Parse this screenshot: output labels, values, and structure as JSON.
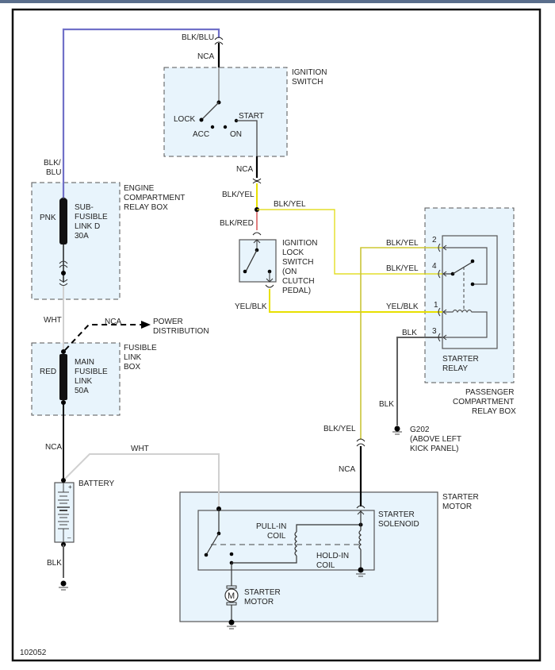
{
  "diagram_id": "102052",
  "colors": {
    "blk_blu": "#7070c8",
    "blk_yel": "#e8e000",
    "blk_red": "#e08080",
    "yel_blk": "#e8e000",
    "wht": "#d0d0d0",
    "blk": "#000000",
    "gray_wire": "#606060",
    "box_fill": "#e8f4fc",
    "box_stroke": "#555555"
  },
  "components": {
    "ignition_switch": {
      "label_line1": "IGNITION",
      "label_line2": "SWITCH",
      "positions": {
        "lock": "LOCK",
        "acc": "ACC",
        "on": "ON",
        "start": "START"
      }
    },
    "engine_box": {
      "line1": "ENGINE",
      "line2": "COMPARTMENT",
      "line3": "RELAY BOX"
    },
    "sub_fusible": {
      "line1": "SUB-",
      "line2": "FUSIBLE",
      "line3": "LINK D",
      "line4": "30A",
      "wire": "PNK"
    },
    "fusible_box": {
      "line1": "FUSIBLE",
      "line2": "LINK",
      "line3": "BOX"
    },
    "main_fusible": {
      "line1": "MAIN",
      "line2": "FUSIBLE",
      "line3": "LINK",
      "line4": "50A",
      "wire": "RED"
    },
    "power_distribution": {
      "line1": "POWER",
      "line2": "DISTRIBUTION"
    },
    "battery": {
      "label": "BATTERY",
      "plus": "+",
      "minus": "–"
    },
    "ignition_lock": {
      "line1": "IGNITION",
      "line2": "LOCK",
      "line3": "SWITCH",
      "line4": "(ON",
      "line5": "CLUTCH",
      "line6": "PEDAL)"
    },
    "starter_relay": {
      "line1": "STARTER",
      "line2": "RELAY",
      "pins": [
        "2",
        "4",
        "1",
        "3"
      ]
    },
    "passenger_box": {
      "line1": "PASSENGER",
      "line2": "COMPARTMENT",
      "line3": "RELAY BOX"
    },
    "ground_g202": {
      "line1": "G202",
      "line2": "(ABOVE LEFT",
      "line3": "KICK PANEL)"
    },
    "starter_motor_box": {
      "line1": "STARTER",
      "line2": "MOTOR"
    },
    "starter_solenoid": {
      "line1": "STARTER",
      "line2": "SOLENOID"
    },
    "pull_in_coil": {
      "line1": "PULL-IN",
      "line2": "COIL"
    },
    "hold_in_coil": {
      "line1": "HOLD-IN",
      "line2": "COIL"
    },
    "motor": {
      "symbol": "M",
      "line1": "STARTER",
      "line2": "MOTOR"
    }
  },
  "wires": {
    "blk_blu_top": "BLK/BLU",
    "nca_top": "NCA",
    "blk_blu_left_1": "BLK/",
    "blk_blu_left_2": "BLU",
    "nca_ign_out": "NCA",
    "blk_yel_1": "BLK/YEL",
    "blk_yel_2": "BLK/YEL",
    "blk_red": "BLK/RED",
    "blk_yel_pin2": "BLK/YEL",
    "blk_yel_pin4": "BLK/YEL",
    "yel_blk_left": "YEL/BLK",
    "yel_blk_pin1": "YEL/BLK",
    "blk_pin3": "BLK",
    "blk_ground": "BLK",
    "wht_1": "WHT",
    "nca_power": "NCA",
    "nca_battery": "NCA",
    "wht_2": "WHT",
    "blk_battery": "BLK",
    "blk_yel_down": "BLK/YEL",
    "nca_solenoid": "NCA"
  }
}
